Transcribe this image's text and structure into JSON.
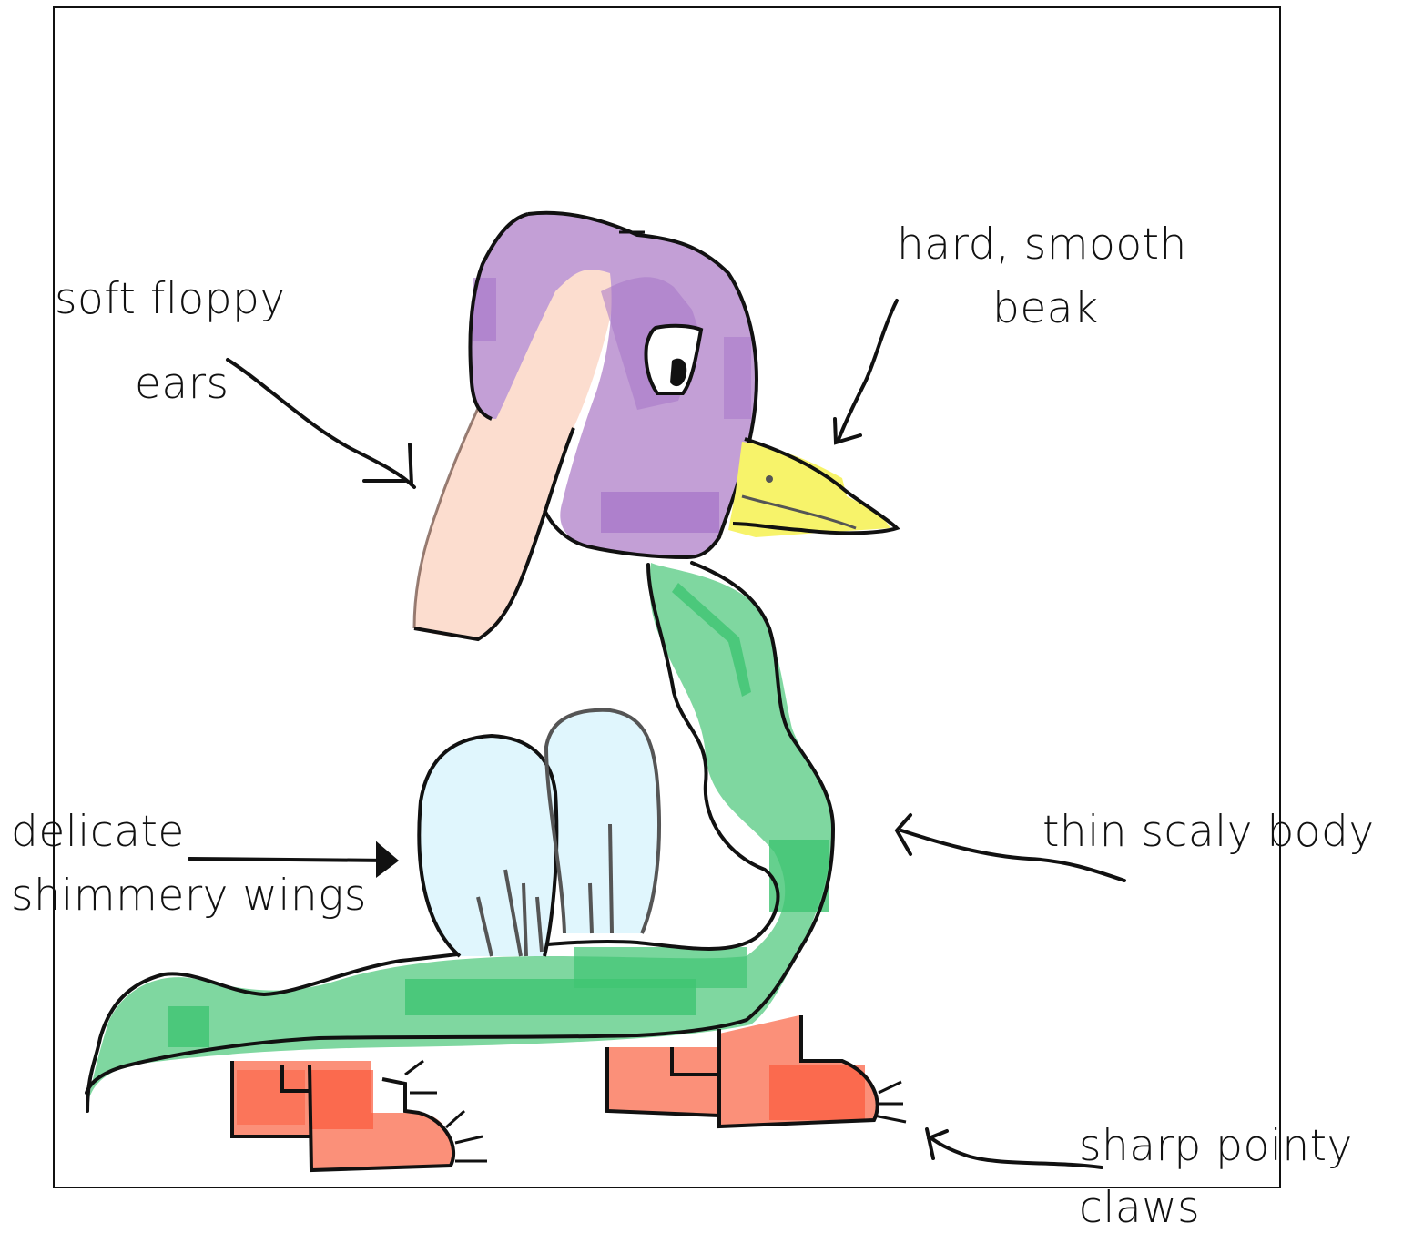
{
  "labels": {
    "ears": [
      "soft floppy",
      "ears"
    ],
    "beak": [
      "hard, smooth",
      "beak"
    ],
    "wings": [
      "delicate",
      "shimmery wings"
    ],
    "body": [
      "thin scaly body"
    ],
    "claws": [
      "sharp pointy",
      "claws"
    ]
  },
  "colors": {
    "background": "#ffffff",
    "frame": "#111111",
    "outline": "#111111",
    "head": "#c39fd6",
    "head_shade": "#a574c8",
    "ear": "#fcddcf",
    "beak": "#f7f36a",
    "body": "#7fd7a0",
    "body_shade": "#3fc472",
    "wings": "#e0f6fd",
    "feet": "#fb9079",
    "feet_shade": "#fb5a3c"
  }
}
